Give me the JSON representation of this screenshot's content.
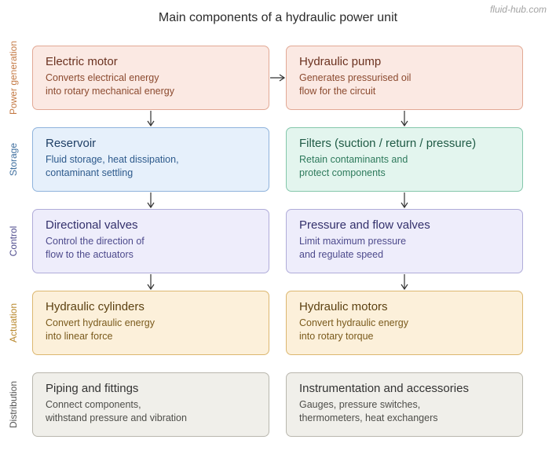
{
  "header": {
    "title": "Main components of a hydraulic power unit",
    "watermark": "fluid-hub.com"
  },
  "rows": [
    {
      "label": "Power generation",
      "colors": {
        "fill": "#fbe9e3",
        "border": "#e2a995",
        "title": "#6b3220",
        "text": "#8b4a2f",
        "label": "#c47a45"
      },
      "cards": [
        {
          "title": "Electric motor",
          "lines": [
            "Converts electrical energy",
            "into rotary mechanical energy"
          ]
        },
        {
          "title": "Hydraulic pump",
          "lines": [
            "Generates pressurised oil",
            "flow for the circuit"
          ]
        }
      ]
    },
    {
      "label": "Storage",
      "colors": {
        "fill": "#e6f0fb",
        "border": "#8fb3dc",
        "title": "#1f3f66",
        "text": "#2d5a8c",
        "label": "#3f6f9f"
      },
      "cards": [
        {
          "title": "Reservoir",
          "lines": [
            "Fluid storage, heat dissipation,",
            "contaminant settling"
          ]
        },
        {
          "title": "Filters (suction / return / pressure)",
          "lines": [
            "Retain contaminants and",
            "protect components"
          ],
          "colors": {
            "fill": "#e3f5ee",
            "border": "#84c7ab",
            "title": "#1f5a45",
            "text": "#2e7a5c"
          }
        }
      ]
    },
    {
      "label": "Control",
      "colors": {
        "fill": "#eeedfb",
        "border": "#b0acd9",
        "title": "#33306b",
        "text": "#4d4a8c",
        "label": "#4d4a8c"
      },
      "cards": [
        {
          "title": "Directional valves",
          "lines": [
            "Control the direction of",
            "flow to the actuators"
          ]
        },
        {
          "title": "Pressure and flow valves",
          "lines": [
            "Limit maximum pressure",
            "and regulate speed"
          ]
        }
      ]
    },
    {
      "label": "Actuation",
      "colors": {
        "fill": "#fcf0da",
        "border": "#dcb770",
        "title": "#5c4111",
        "text": "#7a5a1c",
        "label": "#b8872b"
      },
      "cards": [
        {
          "title": "Hydraulic cylinders",
          "lines": [
            "Convert hydraulic energy",
            "into linear force"
          ]
        },
        {
          "title": "Hydraulic motors",
          "lines": [
            "Convert hydraulic energy",
            "into rotary torque"
          ]
        }
      ]
    },
    {
      "label": "Distribution",
      "colors": {
        "fill": "#f0efea",
        "border": "#b9b7ae",
        "title": "#333333",
        "text": "#4e4e4a",
        "label": "#555555"
      },
      "cards": [
        {
          "title": "Piping and fittings",
          "lines": [
            "Connect components,",
            "withstand pressure and vibration"
          ]
        },
        {
          "title": "Instrumentation and accessories",
          "lines": [
            "Gauges, pressure switches,",
            "thermometers, heat exchangers"
          ]
        }
      ]
    }
  ],
  "arrow_color": "#333333"
}
